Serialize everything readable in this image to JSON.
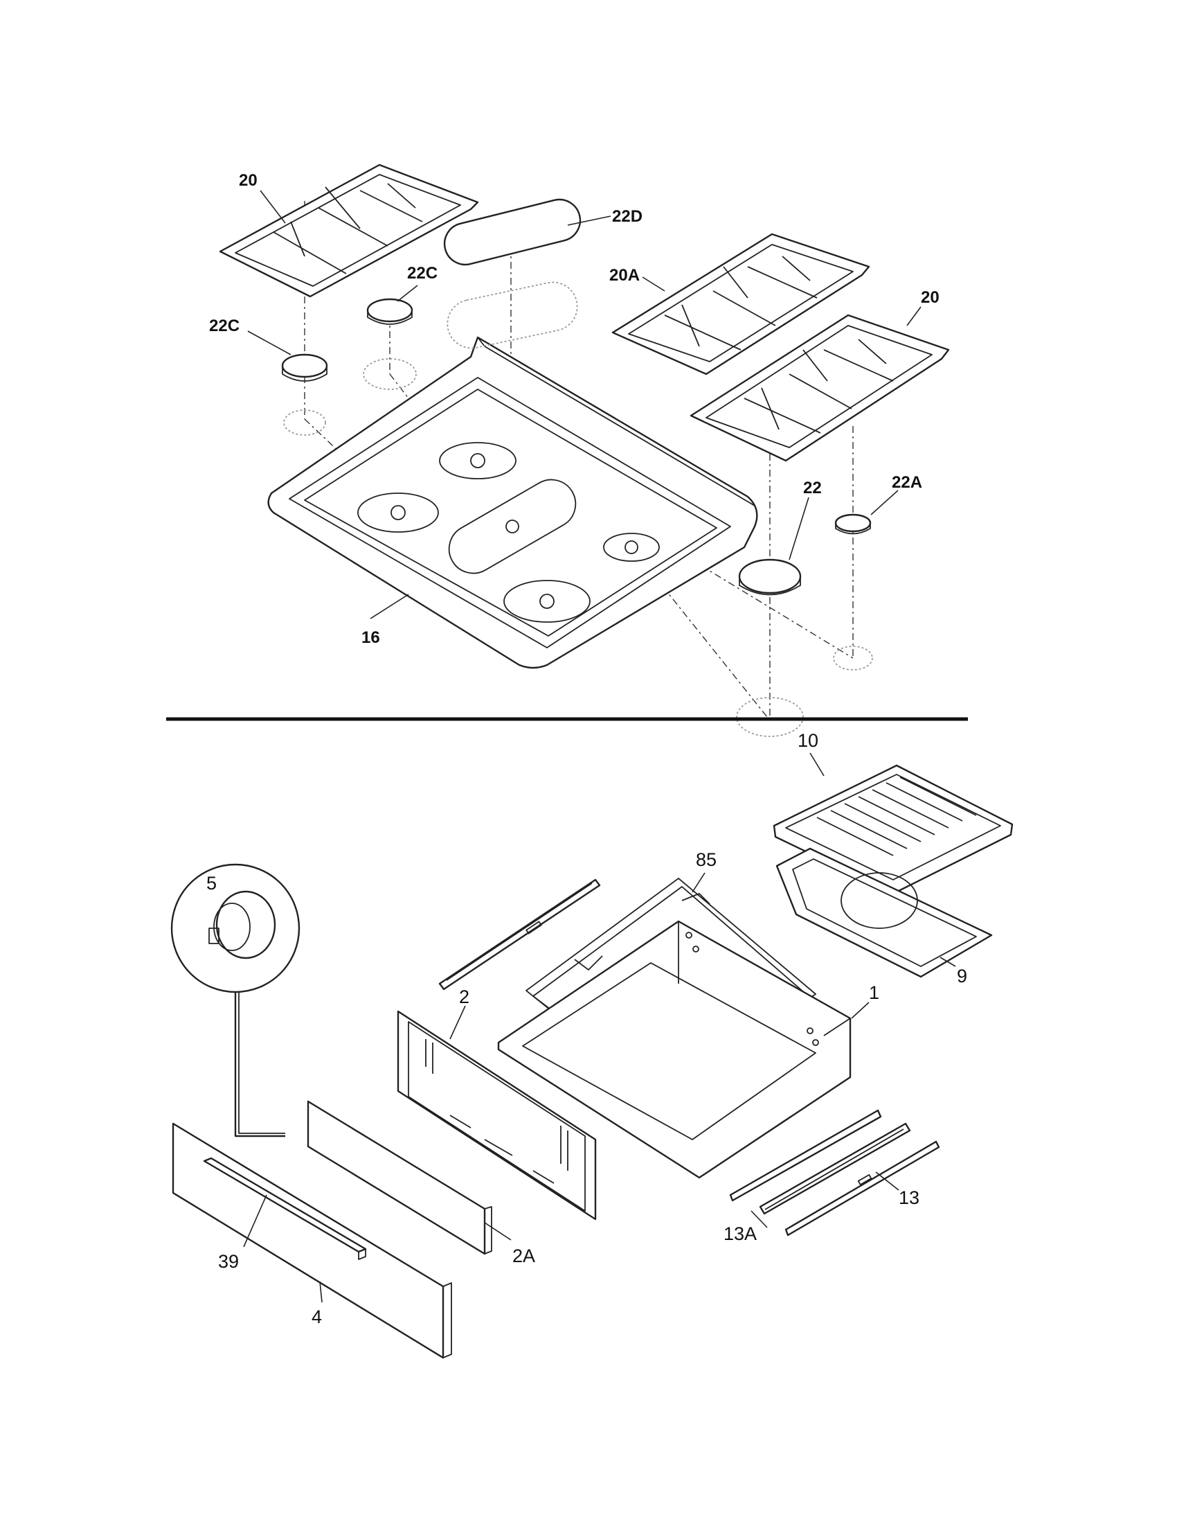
{
  "top_section": {
    "labels": {
      "grate_left": "20",
      "cap_oval": "22D",
      "cap_small_a": "22C",
      "cap_small_b": "22C",
      "grate_center": "20A",
      "grate_right": "20",
      "cap_large": "22",
      "cap_medium": "22A",
      "cooktop": "16"
    }
  },
  "bottom_section": {
    "labels": {
      "knob_detail": "5",
      "broiler_grid": "10",
      "broiler_pan": "9",
      "rack": "85",
      "drawer_body": "1",
      "drawer_back": "2",
      "drawer_panel": "2A",
      "drawer_handle": "39",
      "drawer_front": "4",
      "slide_rail": "13",
      "slide_rail_set": "13A"
    }
  }
}
